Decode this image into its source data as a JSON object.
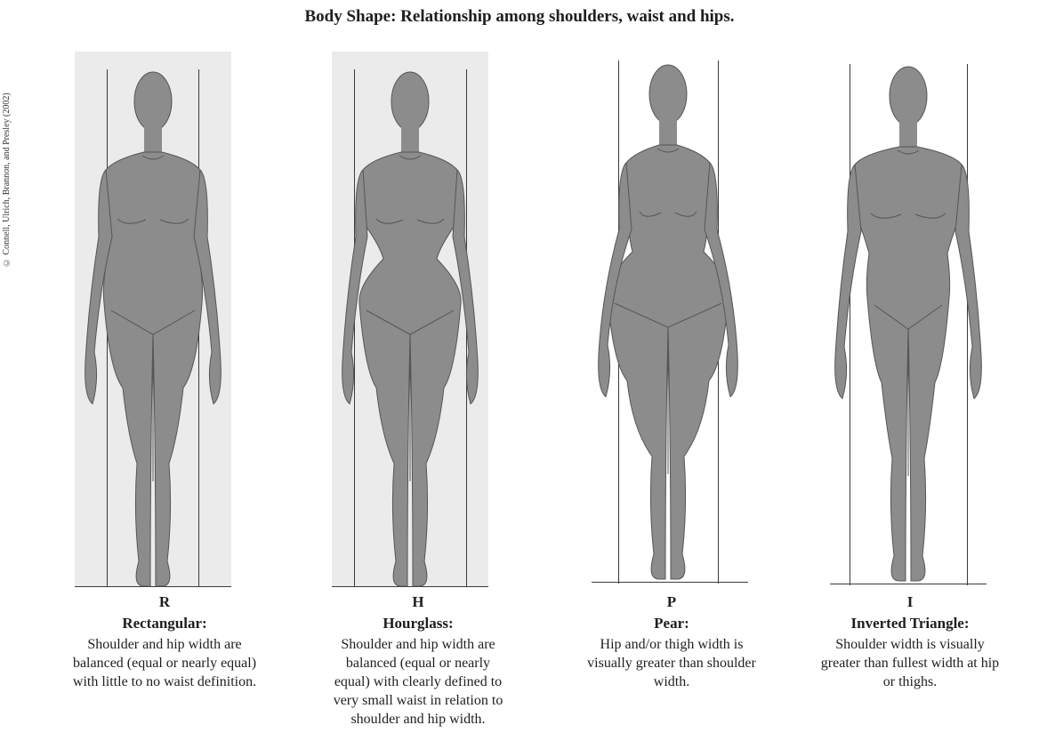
{
  "document": {
    "title": "Body Shape: Relationship among shoulders, waist and hips.",
    "copyright": "© Connell, Ulrich, Brannon, and Presley (2002)"
  },
  "shapes": [
    {
      "code": "R",
      "name": "Rectangular:",
      "desc_lines": [
        "Shoulder and hip width are",
        "balanced (equal or nearly equal)",
        "with little to no waist definition."
      ]
    },
    {
      "code": "H",
      "name": "Hourglass:",
      "desc_lines": [
        "Shoulder and hip width are",
        "balanced (equal or nearly",
        "equal) with clearly defined to",
        "very small waist in relation to",
        "shoulder and hip width."
      ]
    },
    {
      "code": "P",
      "name": "Pear:",
      "desc_lines": [
        "Hip and/or thigh width is",
        "visually greater than shoulder",
        "width."
      ]
    },
    {
      "code": "I",
      "name": "Inverted Triangle:",
      "desc_lines": [
        "Shoulder width is visually",
        "greater than fullest width at hip",
        "or thighs."
      ]
    }
  ],
  "colors": {
    "figure_fill": "#8c8c8c",
    "figure_stroke": "#555555",
    "panel_bg": "#ebebeb"
  }
}
